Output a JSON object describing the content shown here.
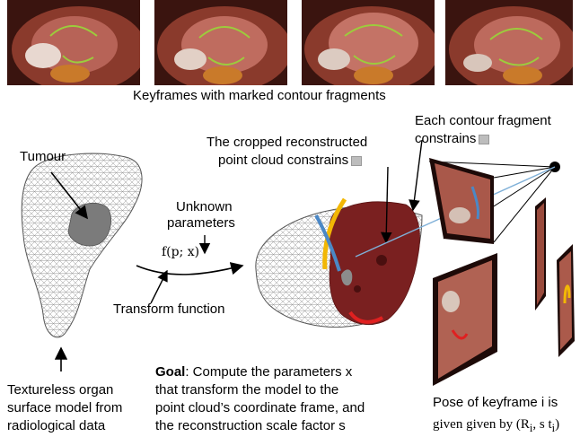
{
  "keyframes_caption": "Keyframes with marked contour fragments",
  "labels": {
    "tumour": "Tumour",
    "unknown_parameters_line1": "Unknown",
    "unknown_parameters_line2": "parameters",
    "transform_function": "Transform function",
    "transform_formula": "f(p; x)",
    "cropped_line1": "The cropped reconstructed",
    "cropped_line2": "point cloud constrains",
    "contour_line1": "Each contour fragment",
    "contour_line2": "constrains",
    "organ_line1": "Textureless organ",
    "organ_line2": "surface model from",
    "organ_line3": "radiological data",
    "goal_label": "Goal",
    "goal_line1_rest": ": Compute the parameters x",
    "goal_line2": "that transform the model to the",
    "goal_line3": "point cloud’s coordinate frame, and",
    "goal_line4": "the reconstruction scale factor s",
    "pose_line1": "Pose of keyframe i is",
    "pose_line2": "given given by (R",
    "pose_line2_sub": "i",
    "pose_line2_tail": ", s t",
    "pose_line2_sub2": "i",
    "pose_line2_end": ")"
  },
  "colors": {
    "tissue_dark": "#6b2a1e",
    "tissue_pink": "#b86a5c",
    "contour_green": "#9ccc3c",
    "cloud_red": "#7a2020",
    "fragment_yellow": "#f2b705",
    "fragment_blue": "#4b88c6",
    "fragment_red": "#e02020",
    "ray_blue": "#7fb0d8"
  },
  "icons": [
    "keyframe-thumbnail",
    "organ-mesh",
    "tumour-blob",
    "point-cloud",
    "camera-center-dot",
    "keyframe-plane"
  ]
}
